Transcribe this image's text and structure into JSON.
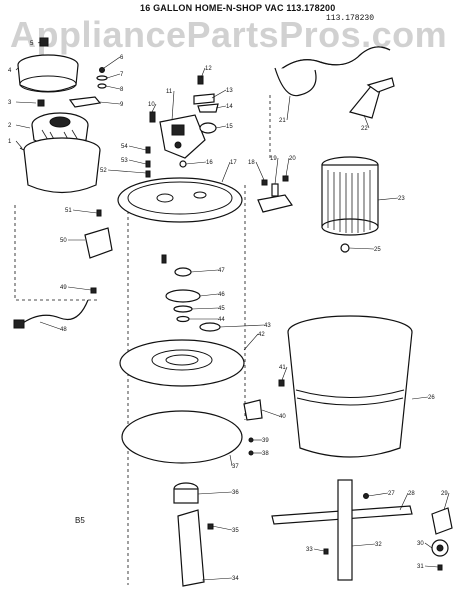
{
  "header": {
    "title": "16 GALLON HOME-N-SHOP VAC 113.178200",
    "subtitle": "113.178230"
  },
  "watermark": "AppliancePartsPros.com",
  "corner_code": "B5",
  "callouts": [
    "1",
    "2",
    "3",
    "4",
    "5",
    "6",
    "7",
    "8",
    "9",
    "10",
    "11",
    "12",
    "13",
    "14",
    "15",
    "16",
    "17",
    "18",
    "19",
    "20",
    "21",
    "22",
    "23",
    "25",
    "26",
    "27",
    "28",
    "29",
    "30",
    "31",
    "32",
    "33",
    "34",
    "35",
    "36",
    "37",
    "38",
    "39",
    "40",
    "41",
    "42",
    "43",
    "44",
    "45",
    "46",
    "47",
    "48",
    "49",
    "50",
    "51",
    "52",
    "53",
    "54"
  ]
}
